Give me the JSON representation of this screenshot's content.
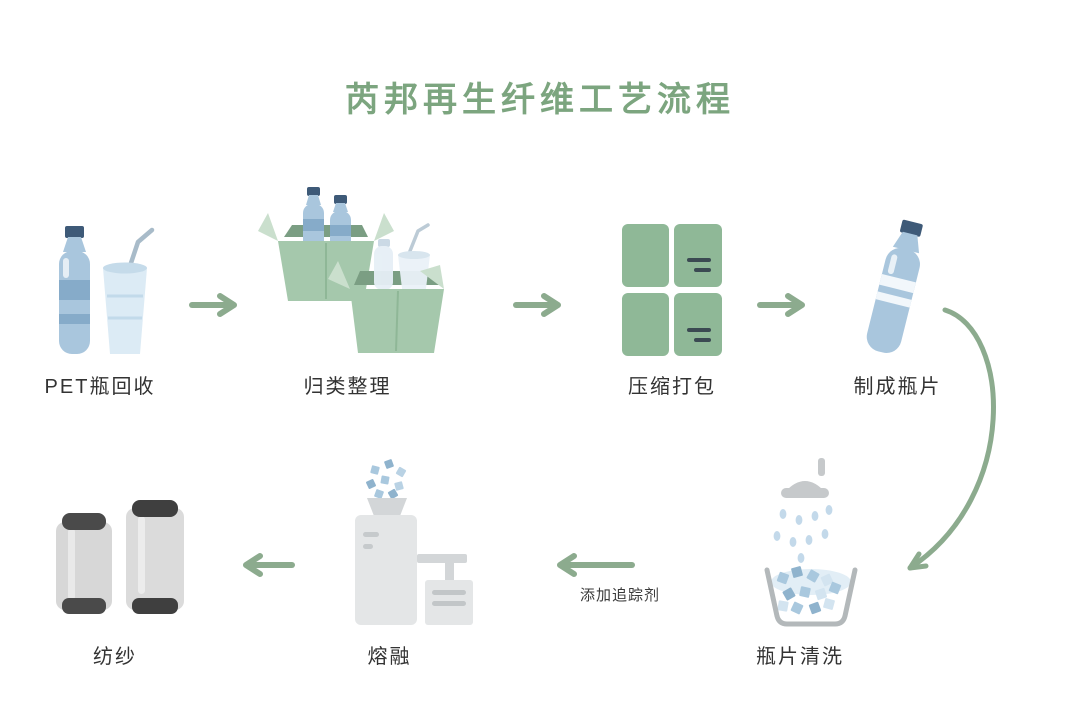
{
  "title": "芮邦再生纤维工艺流程",
  "steps": [
    {
      "id": "pet-recycle",
      "label": "PET瓶回收",
      "icon": "pet-bottles-icon"
    },
    {
      "id": "sorting",
      "label": "归类整理",
      "icon": "sorting-boxes-icon"
    },
    {
      "id": "compress",
      "label": "压缩打包",
      "icon": "compressed-bales-icon"
    },
    {
      "id": "flakes",
      "label": "制成瓶片",
      "icon": "bottle-flakes-icon"
    },
    {
      "id": "washing",
      "label": "瓶片清洗",
      "icon": "flake-washing-icon"
    },
    {
      "id": "melting",
      "label": "熔融",
      "icon": "melting-machine-icon"
    },
    {
      "id": "spinning",
      "label": "纺纱",
      "icon": "yarn-spools-icon"
    }
  ],
  "annotations": {
    "tracer": "添加追踪剂"
  },
  "colors": {
    "title_green": "#7ca57f",
    "arrow_green": "#8cab8e",
    "label_dark": "#333333",
    "bottle_blue": "#a9c6dd",
    "bottle_band_blue": "#86abc9",
    "cap_navy": "#3e5a78",
    "box_green": "#a5c8ac",
    "flap_green": "#cadfcd",
    "bale_green": "#8fb897",
    "bale_mark": "#3b4a52",
    "flake_blue": "#a9c8de",
    "machine_gray": "#e4e6e7",
    "spool_gray": "#d7d7d7",
    "spool_cap_dark": "#454545"
  }
}
